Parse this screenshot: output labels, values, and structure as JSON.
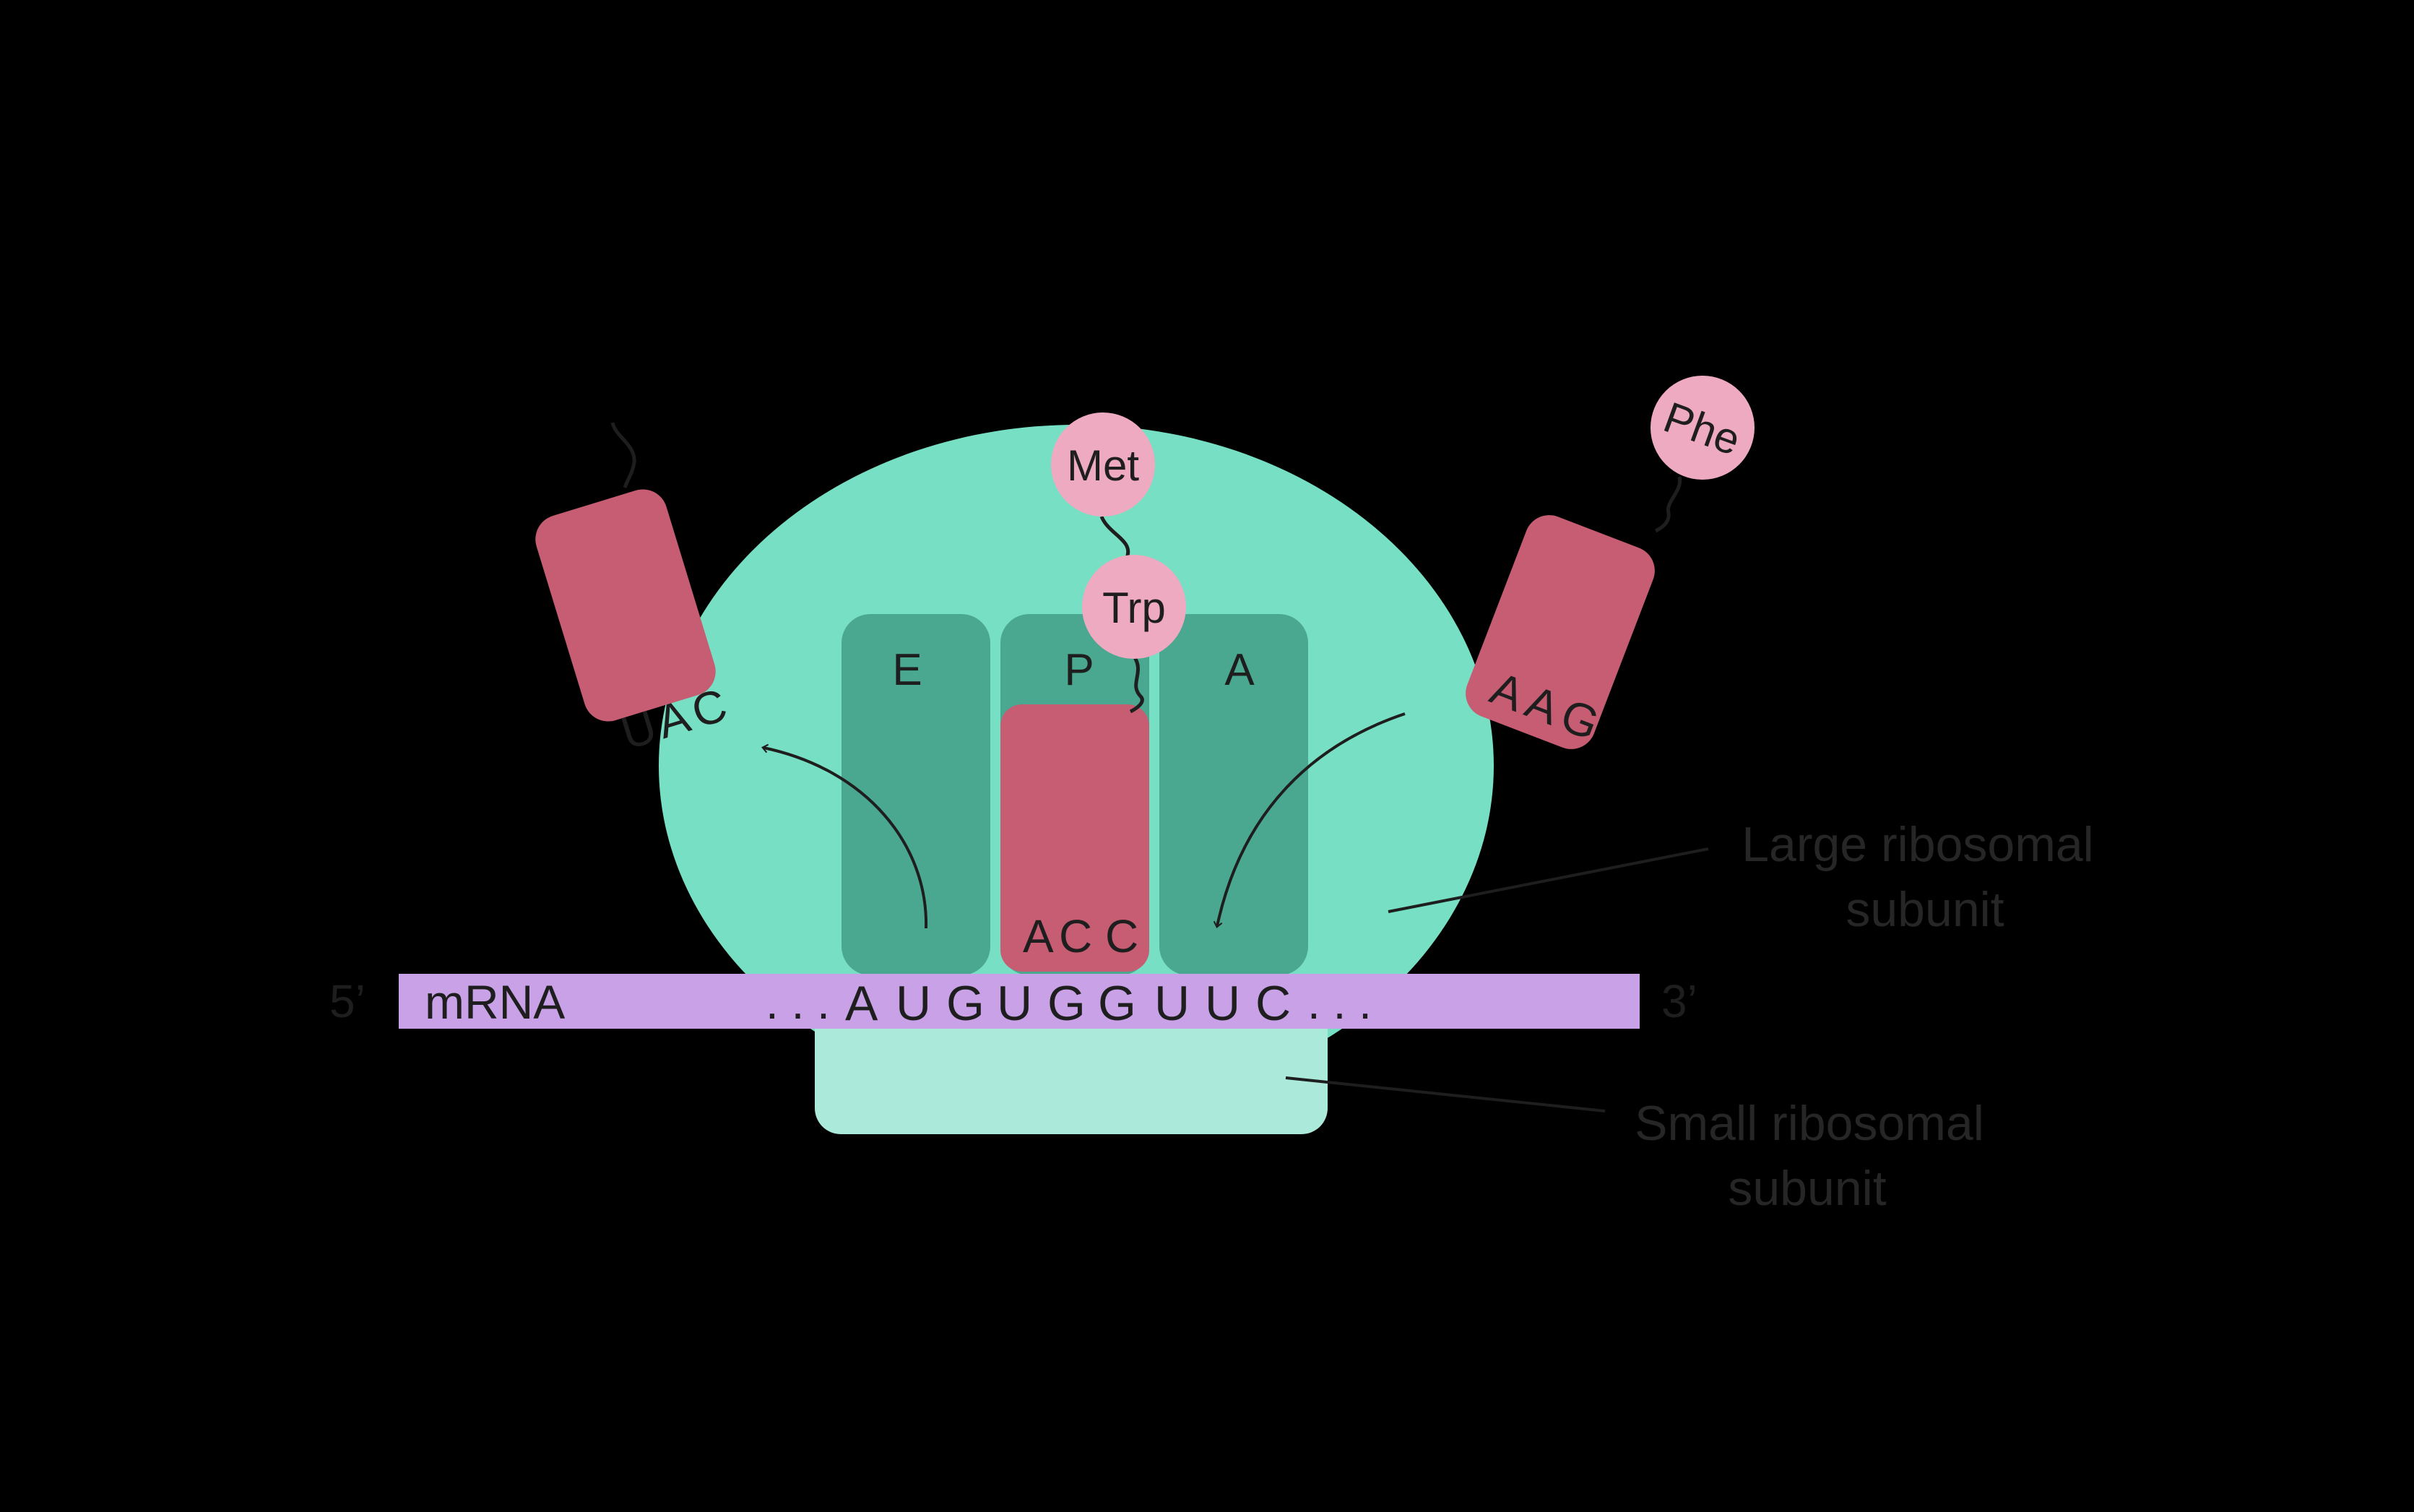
{
  "colors": {
    "background": "#000000",
    "large_subunit": "#77dfc3",
    "small_subunit": "#abeada",
    "sites": "#4aa891",
    "trna": "#c65d73",
    "amino_acid": "#eeaac0",
    "mrna": "#c8a1e6",
    "text": "#1e1e1e",
    "annotation_text": "#262626"
  },
  "sites": {
    "e": "E",
    "p": "P",
    "a": "A"
  },
  "mrna": {
    "five_prime": "5’",
    "three_prime": "3’",
    "label": "mRNA",
    "leading_dots": ". . .",
    "codons": [
      "A",
      "U",
      "G",
      "U",
      "G",
      "G",
      "U",
      "U",
      "C"
    ],
    "trailing_dots": ". . ."
  },
  "trna_exit": {
    "anticodon": [
      "U",
      "A",
      "C"
    ]
  },
  "trna_p_site": {
    "anticodon": [
      "A",
      "C",
      "C"
    ]
  },
  "trna_incoming": {
    "anticodon": [
      "A",
      "A",
      "G"
    ],
    "amino_acid": "Phe"
  },
  "peptide": {
    "first": "Met",
    "second": "Trp"
  },
  "annotations": {
    "large_line1": "Large ribosomal",
    "large_line2": "subunit",
    "small_line1": "Small ribosomal",
    "small_line2": "subunit"
  }
}
